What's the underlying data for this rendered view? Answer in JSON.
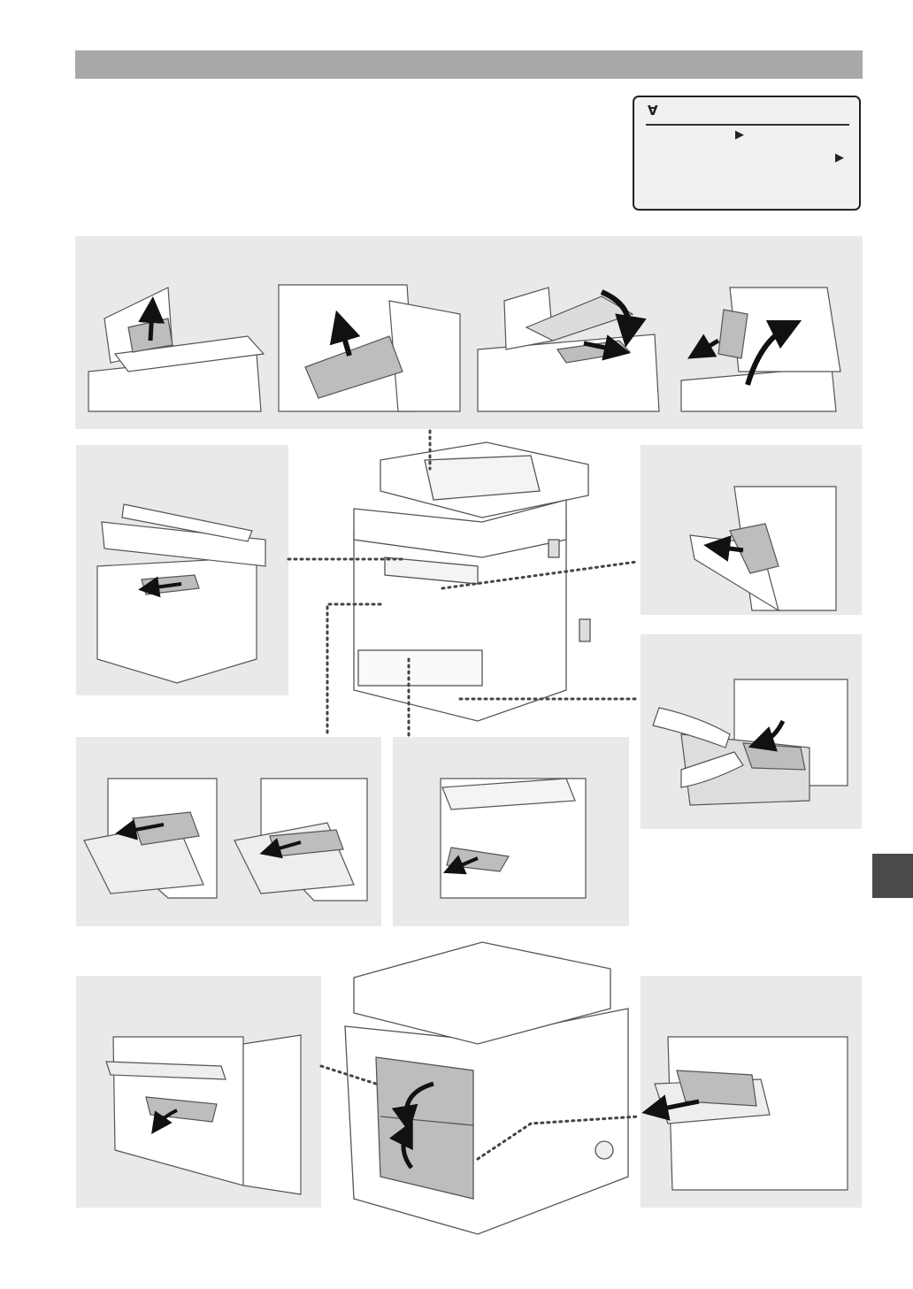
{
  "lcd": {
    "icon": "paper-jam-icon",
    "arrow_glyph": "▶"
  },
  "colors": {
    "header": "#a9a9a9",
    "panel": "#e9e9e9",
    "tab": "#4a4a4a",
    "paper": "#bdbdbd"
  },
  "illustrations": [
    "adf-feeder-jam",
    "adf-inner-jam",
    "adf-cover-open",
    "platen-jam",
    "scanner-lifted-toner-area",
    "multipurpose-tray-jam",
    "paper-cassette-jam",
    "front-cover-jam",
    "front-cover-jam-detail",
    "output-tray-jam",
    "rear-cover-jam",
    "rear-duplex-jam"
  ]
}
